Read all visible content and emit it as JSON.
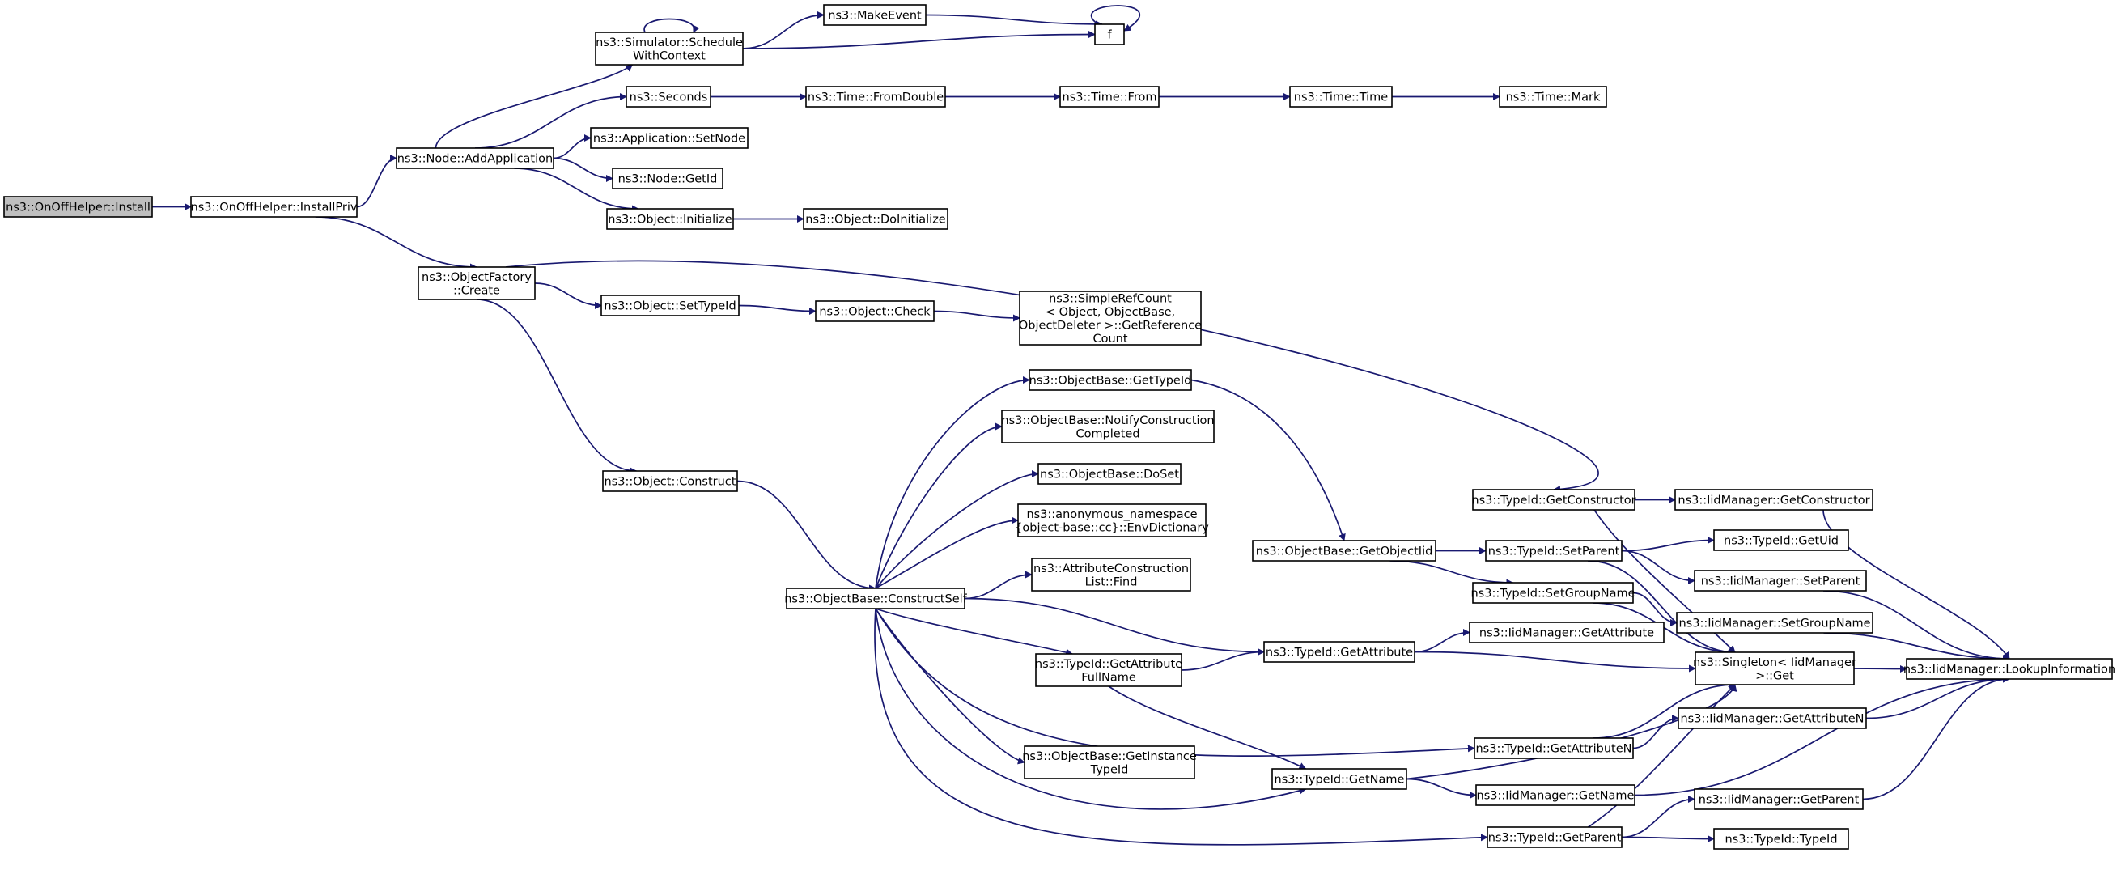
{
  "colors": {
    "edge": "#191970",
    "node_border": "#000000",
    "node_fill": "#ffffff",
    "root_fill": "#bfbfbf"
  },
  "nodes": {
    "install": [
      "ns3::OnOffHelper::Install"
    ],
    "installpriv": [
      "ns3::OnOffHelper::InstallPriv"
    ],
    "addapp": [
      "ns3::Node::AddApplication"
    ],
    "factorycreate": [
      "ns3::ObjectFactory",
      "::Create"
    ],
    "schedule": [
      "ns3::Simulator::Schedule",
      "WithContext"
    ],
    "makeevent": [
      "ns3::MakeEvent"
    ],
    "f": [
      "f"
    ],
    "seconds": [
      "ns3::Seconds"
    ],
    "fromdouble": [
      "ns3::Time::FromDouble"
    ],
    "timefrom": [
      "ns3::Time::From"
    ],
    "timetime": [
      "ns3::Time::Time"
    ],
    "timemark": [
      "ns3::Time::Mark"
    ],
    "setnode": [
      "ns3::Application::SetNode"
    ],
    "getid": [
      "ns3::Node::GetId"
    ],
    "initialize": [
      "ns3::Object::Initialize"
    ],
    "doinitialize": [
      "ns3::Object::DoInitialize"
    ],
    "settypeid": [
      "ns3::Object::SetTypeId"
    ],
    "check": [
      "ns3::Object::Check"
    ],
    "refcount": [
      "ns3::SimpleRefCount",
      "< Object, ObjectBase,",
      "ObjectDeleter >::GetReference",
      "Count"
    ],
    "construct": [
      "ns3::Object::Construct"
    ],
    "constructself": [
      "ns3::ObjectBase::ConstructSelf"
    ],
    "gettypeid": [
      "ns3::ObjectBase::GetTypeId"
    ],
    "notify": [
      "ns3::ObjectBase::NotifyConstruction",
      "Completed"
    ],
    "doset": [
      "ns3::ObjectBase::DoSet"
    ],
    "envdict": [
      "ns3::anonymous_namespace",
      "{object-base::cc}::EnvDictionary"
    ],
    "attrfind": [
      "ns3::AttributeConstruction",
      "List::Find"
    ],
    "getattrfull": [
      "ns3::TypeId::GetAttribute",
      "FullName"
    ],
    "getinstance": [
      "ns3::ObjectBase::GetInstance",
      "TypeId"
    ],
    "getobjectiid": [
      "ns3::ObjectBase::GetObjectIid"
    ],
    "getconstructor": [
      "ns3::TypeId::GetConstructor"
    ],
    "setparent": [
      "ns3::TypeId::SetParent"
    ],
    "setgroupname": [
      "ns3::TypeId::SetGroupName"
    ],
    "getattribute": [
      "ns3::TypeId::GetAttribute"
    ],
    "getattributen": [
      "ns3::TypeId::GetAttributeN"
    ],
    "getname": [
      "ns3::TypeId::GetName"
    ],
    "getparent": [
      "ns3::TypeId::GetParent"
    ],
    "iid_getconstructor": [
      "ns3::IidManager::GetConstructor"
    ],
    "getuid": [
      "ns3::TypeId::GetUid"
    ],
    "iid_setparent": [
      "ns3::IidManager::SetParent"
    ],
    "iid_setgroupname": [
      "ns3::IidManager::SetGroupName"
    ],
    "iid_getattribute": [
      "ns3::IidManager::GetAttribute"
    ],
    "singleton": [
      "ns3::Singleton< IidManager",
      ">::Get"
    ],
    "iid_getattributen": [
      "ns3::IidManager::GetAttributeN"
    ],
    "iid_getname": [
      "ns3::IidManager::GetName"
    ],
    "iid_getparent": [
      "ns3::IidManager::GetParent"
    ],
    "typeidtypeid": [
      "ns3::TypeId::TypeId"
    ],
    "lookup": [
      "ns3::IidManager::LookupInformation"
    ]
  }
}
